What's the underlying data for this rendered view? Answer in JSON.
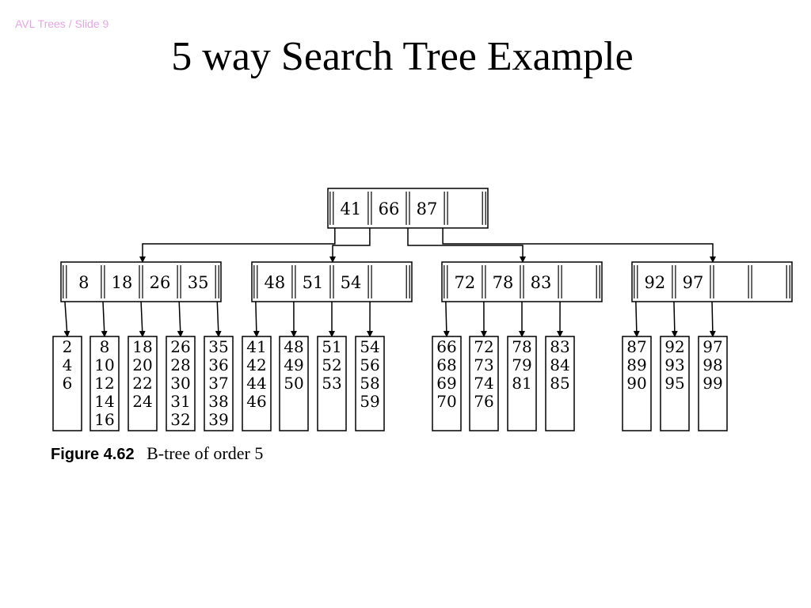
{
  "slide_label": "AVL Trees / Slide 9",
  "title": "5 way Search Tree Example",
  "figure": {
    "number": "Figure 4.62",
    "caption": "B-tree of order 5"
  },
  "tree": {
    "root": {
      "keys": [
        "41",
        "66",
        "87"
      ]
    },
    "internal": [
      {
        "keys": [
          "8",
          "18",
          "26",
          "35"
        ]
      },
      {
        "keys": [
          "48",
          "51",
          "54"
        ]
      },
      {
        "keys": [
          "72",
          "78",
          "83"
        ]
      },
      {
        "keys": [
          "92",
          "97"
        ]
      }
    ],
    "leaves": [
      [
        "2",
        "4",
        "6"
      ],
      [
        "8",
        "10",
        "12",
        "14",
        "16"
      ],
      [
        "18",
        "20",
        "22",
        "24"
      ],
      [
        "26",
        "28",
        "30",
        "31",
        "32"
      ],
      [
        "35",
        "36",
        "37",
        "38",
        "39"
      ],
      [
        "41",
        "42",
        "44",
        "46"
      ],
      [
        "48",
        "49",
        "50"
      ],
      [
        "51",
        "52",
        "53"
      ],
      [
        "54",
        "56",
        "58",
        "59"
      ],
      [
        "66",
        "68",
        "69",
        "70"
      ],
      [
        "72",
        "73",
        "74",
        "76"
      ],
      [
        "78",
        "79",
        "81"
      ],
      [
        "83",
        "84",
        "85"
      ],
      [
        "87",
        "89",
        "90"
      ],
      [
        "92",
        "93",
        "95"
      ],
      [
        "97",
        "98",
        "99"
      ]
    ]
  }
}
